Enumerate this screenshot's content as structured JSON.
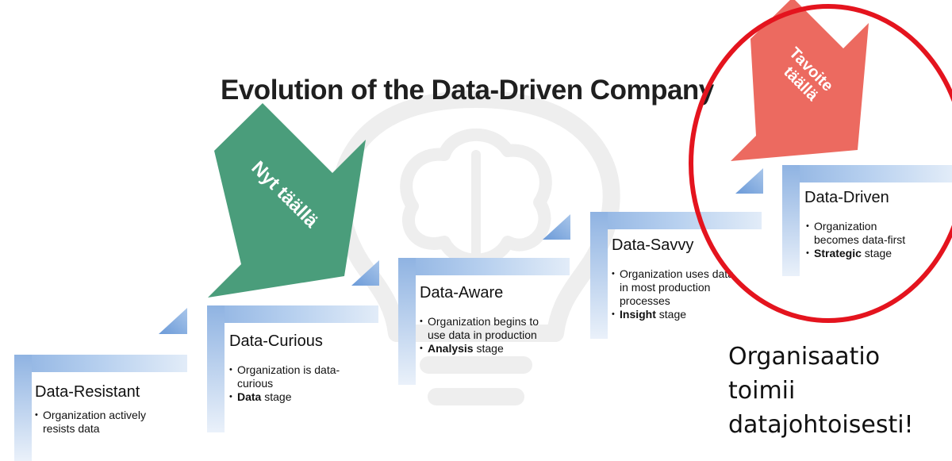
{
  "title": "Evolution of the Data-Driven Company",
  "stages": [
    {
      "name": "Data-Resistant",
      "bullets": [
        {
          "text": "Organization actively resists data"
        }
      ]
    },
    {
      "name": "Data-Curious",
      "bullets": [
        {
          "text": "Organization is data-curious"
        },
        {
          "bold": "Data",
          "text": " stage"
        }
      ]
    },
    {
      "name": "Data-Aware",
      "bullets": [
        {
          "text": "Organization begins to use data in production"
        },
        {
          "bold": "Analysis",
          "text": " stage"
        }
      ]
    },
    {
      "name": "Data-Savvy",
      "bullets": [
        {
          "text": "Organization uses data in most production processes"
        },
        {
          "bold": "Insight",
          "text": " stage"
        }
      ]
    },
    {
      "name": "Data-Driven",
      "bullets": [
        {
          "text": "Organization becomes data-first"
        },
        {
          "bold": "Strategic",
          "text": " stage"
        }
      ]
    }
  ],
  "annotations": {
    "current_arrow": "Nyt täällä",
    "target_arrow_line1": "Tavoite",
    "target_arrow_line2": "täällä",
    "note": "Organisaatio toimii datajohtoisesti!"
  },
  "colors": {
    "step": "#a9c6ea",
    "step_light": "#dbe8f7",
    "current_arrow": "#4a9d7b",
    "target_arrow": "#ec6a60",
    "highlight_circle": "#e4141e"
  }
}
